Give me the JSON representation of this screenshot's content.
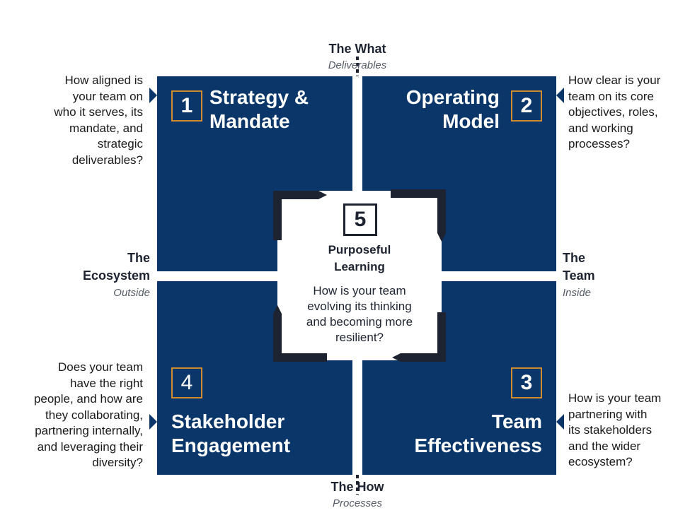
{
  "colors": {
    "quadrant": "#0b3669",
    "number_border": "#d28a2e",
    "dark": "#1d2330",
    "text": "#1a1a1a",
    "muted": "#555b66"
  },
  "axes": {
    "top": {
      "title": "The What",
      "subtitle": "Deliverables"
    },
    "bottom": {
      "title": "The How",
      "subtitle": "Processes"
    },
    "left": {
      "title_line1": "The",
      "title_line2": "Ecosystem",
      "subtitle": "Outside"
    },
    "right": {
      "title_line1": "The",
      "title_line2": "Team",
      "subtitle": "Inside"
    }
  },
  "quadrants": [
    {
      "number": "1",
      "title_line1": "Strategy &",
      "title_line2": "Mandate",
      "question": [
        "How aligned is",
        "your team on",
        "who it serves, its",
        "mandate, and",
        "strategic",
        "deliverables?"
      ]
    },
    {
      "number": "2",
      "title_line1": "Operating",
      "title_line2": "Model",
      "question": [
        "How clear is your",
        "team on its core",
        "objectives, roles,",
        "and working",
        "processes?"
      ]
    },
    {
      "number": "3",
      "title_line1": "Team",
      "title_line2": "Effectiveness",
      "question": [
        "How is your team",
        "partnering with",
        "its stakeholders",
        "and the wider",
        "ecosystem?"
      ]
    },
    {
      "number": "4",
      "title_line1": "Stakeholder",
      "title_line2": "Engagement",
      "question": [
        "Does your team",
        "have the right",
        "people, and how are",
        "they collaborating,",
        "partnering internally,",
        "and leveraging their",
        "diversity?"
      ]
    }
  ],
  "center": {
    "number": "5",
    "title_line1": "Purposeful",
    "title_line2": "Learning",
    "question": [
      "How is your team",
      "evolving its thinking",
      "and becoming more",
      "resilient?"
    ]
  }
}
